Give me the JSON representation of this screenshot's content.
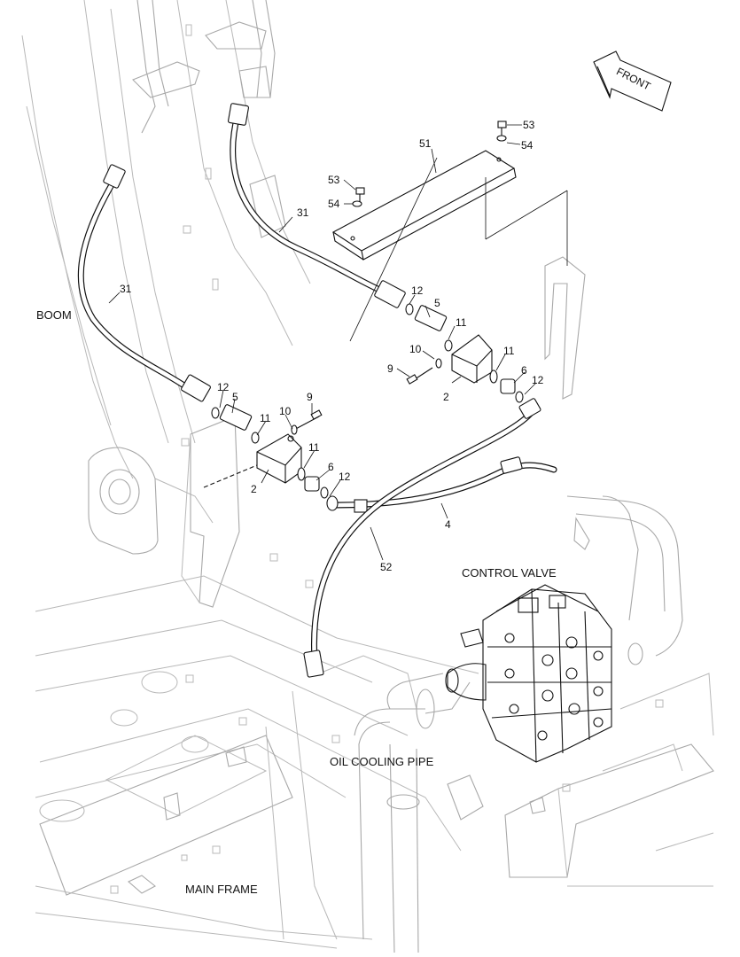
{
  "labels": {
    "front": "FRONT",
    "boom": "BOOM",
    "control_valve": "CONTROL VALVE",
    "oil_cooling_pipe": "OIL COOLING PIPE",
    "main_frame": "MAIN FRAME"
  },
  "parts": {
    "p2": "2",
    "p4": "4",
    "p5": "5",
    "p6": "6",
    "p9": "9",
    "p10": "10",
    "p11": "11",
    "p12": "12",
    "p31": "31",
    "p51": "51",
    "p52": "52",
    "p53": "53",
    "p54": "54"
  }
}
